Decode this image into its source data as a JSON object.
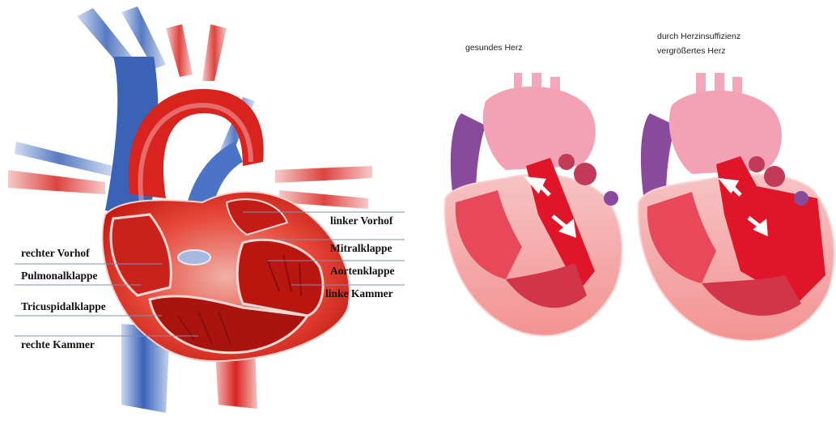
{
  "left_diagram": {
    "labels": {
      "linker_vorhof": "linker Vorhof",
      "mitralklappe": "Mitralklappe",
      "aortenklappe": "Aortenklappe",
      "linke_kammer": "linke Kammer",
      "rechter_vorhof": "rechter Vorhof",
      "pulmonalklappe": "Pulmonalklappe",
      "tricuspidalklappe": "Tricuspidalklappe",
      "rechte_kammer": "rechte Kammer"
    }
  },
  "right_diagram": {
    "healthy_caption": "gesundes Herz",
    "enlarged_caption_line1": "durch Herzinsuffizienz",
    "enlarged_caption_line2": "vergrößertes Herz"
  },
  "colors": {
    "artery_red": "#d8231f",
    "vein_blue": "#3a63b8",
    "muscle_pink": "#e8495a",
    "pale_pink": "#f6b3b8",
    "aorta_pink": "#f2a2b4",
    "purple": "#8a4a9c",
    "blood_red": "#e0152a"
  }
}
